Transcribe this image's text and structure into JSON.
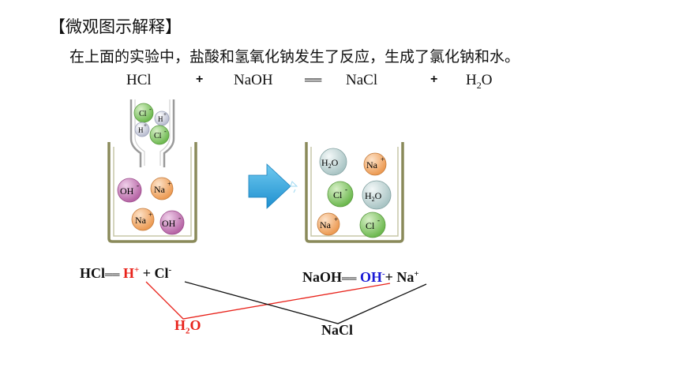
{
  "heading": "【微观图示解释】",
  "intro": "在上面的实验中，盐酸和氢氧化钠发生了反应，生成了氯化钠和水。",
  "equation": {
    "hcl": "HCl",
    "plus1": "+",
    "naoh": "NaOH",
    "equals": "══",
    "nacl": "NaCl",
    "plus2": "+",
    "water_h": "H",
    "water_sub": "2",
    "water_o": "O"
  },
  "beaker_left": {
    "dropper_ions": [
      {
        "label": "Cl",
        "charge": "-"
      },
      {
        "label": "H",
        "charge": "+"
      },
      {
        "label": "H",
        "charge": "+"
      },
      {
        "label": "Cl",
        "charge": "-"
      }
    ],
    "ions": [
      {
        "label": "OH",
        "charge": "-"
      },
      {
        "label": "Na",
        "charge": "+"
      },
      {
        "label": "Na",
        "charge": "+"
      },
      {
        "label": "OH",
        "charge": "-"
      }
    ]
  },
  "beaker_right": {
    "ions": [
      {
        "label": "H",
        "sub": "2",
        "tail": "O"
      },
      {
        "label": "Na",
        "charge": "+"
      },
      {
        "label": "Cl",
        "charge": "-"
      },
      {
        "label": "H",
        "sub": "2",
        "tail": "O"
      },
      {
        "label": "Na",
        "charge": "+"
      },
      {
        "label": "Cl",
        "charge": "-"
      }
    ]
  },
  "ionization": {
    "hcl_formula": "HCl",
    "hcl_equals": "══",
    "h_ion": "H",
    "h_charge": "+",
    "plus": "+",
    "cl_ion": "Cl",
    "cl_charge": "-",
    "naoh_formula": "NaOH",
    "naoh_equals": "══",
    "oh_ion": "OH",
    "oh_charge": "-",
    "plus2": "+",
    "na_ion": "Na",
    "na_charge": "+",
    "water_h": "H",
    "water_sub": "2",
    "water_o": "O",
    "nacl": "NaCl"
  },
  "colors": {
    "h_ion": "#d9dce8",
    "cl_ion": "#7cc45e",
    "oh_ion": "#c77bb8",
    "na_ion": "#f2a867",
    "water": "#c9dcdc",
    "arrow": "#2ea7e0",
    "red": "#e8221a",
    "blue": "#1a1ad6"
  }
}
